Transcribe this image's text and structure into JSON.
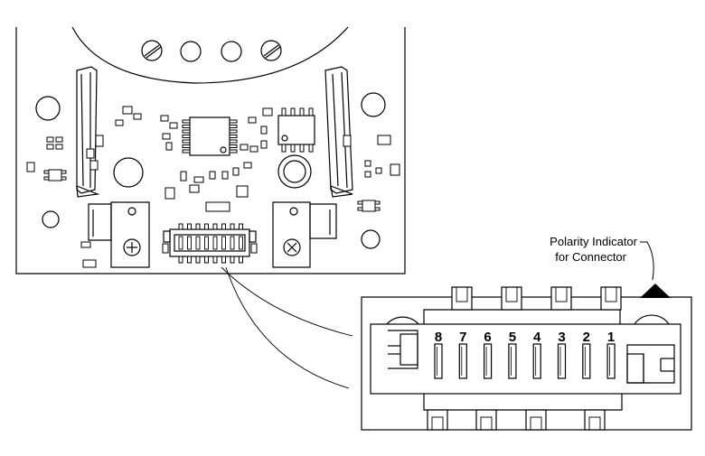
{
  "diagram": {
    "callout": {
      "line1": "Polarity Indicator",
      "line2": "for Connector"
    },
    "pin_labels": [
      "8",
      "7",
      "6",
      "5",
      "4",
      "3",
      "2",
      "1"
    ],
    "colors": {
      "stroke": "#000000",
      "background": "#ffffff"
    }
  }
}
